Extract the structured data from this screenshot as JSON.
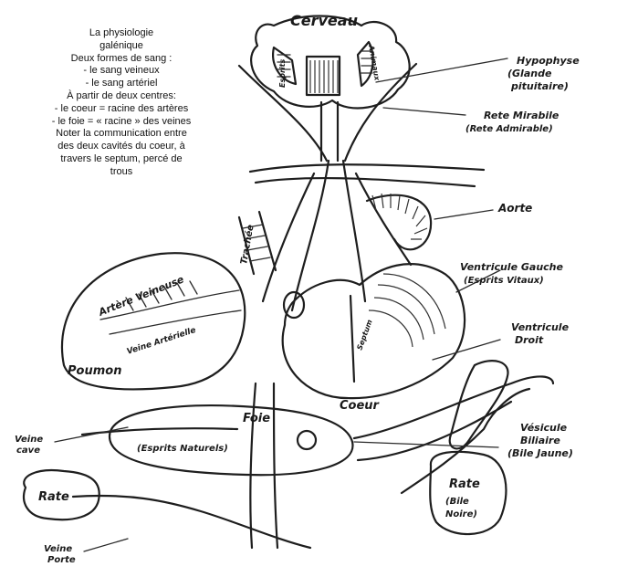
{
  "caption": {
    "lines": [
      "La physiologie",
      "galénique",
      "Deux formes de sang :",
      "- le sang veineux",
      "- le sang artériel",
      "À partir de deux centres:",
      "- le coeur = racine des artères",
      "- le foie = « racine » des veines",
      "Noter la communication entre",
      "des deux cavités du coeur, à",
      "travers le septum, percé de",
      "trous"
    ]
  },
  "labels": {
    "cerveau": "Cerveau",
    "esprits": "Esprits",
    "animaux": "Animaux",
    "hypophyse_1": "Hypophyse",
    "hypophyse_2": "(Glande",
    "hypophyse_3": "pituitaire)",
    "rete_1": "Rete Mirabile",
    "rete_2": "(Rete Admirable)",
    "trachee": "Trachée",
    "aorte": "Aorte",
    "arteres_veineuses": "Artère Veineuse",
    "veine_arterielle": "Veine Artérielle",
    "ventricule_gauche_1": "Ventricule Gauche",
    "ventricule_gauche_2": "(Esprits Vitaux)",
    "ventricule_droit_1": "Ventricule",
    "ventricule_droit_2": "Droit",
    "poumon": "Poumon",
    "septum": "Septum",
    "coeur": "Coeur",
    "foie": "Foie",
    "esprits_naturels": "(Esprits Naturels)",
    "veine_cave_1": "Veine",
    "veine_cave_2": "cave",
    "vesicule_1": "Vésicule",
    "vesicule_2": "Biliaire",
    "vesicule_3": "(Bile Jaune)",
    "rate_left": "Rate",
    "rate_right": "Rate",
    "bile_noire_1": "(Bile",
    "bile_noire_2": "Noire)",
    "veine_porte_1": "Veine",
    "veine_porte_2": "Porte"
  }
}
